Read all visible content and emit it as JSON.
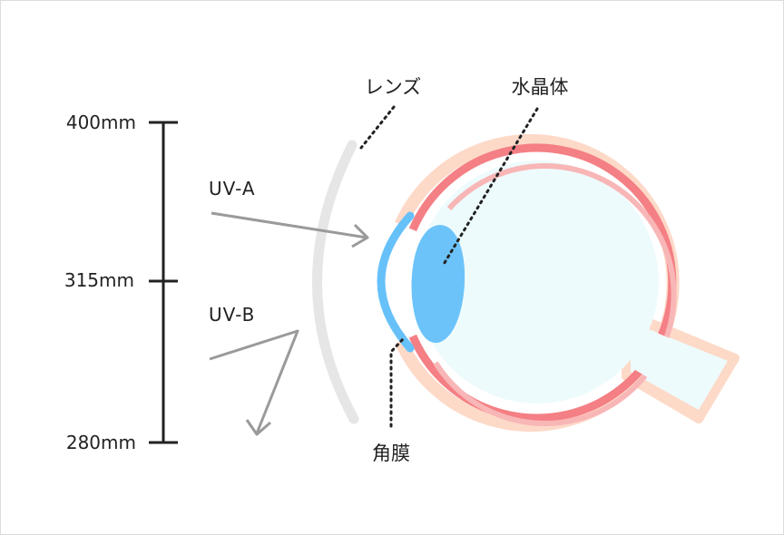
{
  "scale": {
    "ticks": [
      {
        "label": "400mm"
      },
      {
        "label": "315mm"
      },
      {
        "label": "280mm"
      }
    ]
  },
  "rays": {
    "uv_a": "UV-A",
    "uv_b": "UV-B"
  },
  "parts": {
    "lens": "レンズ",
    "crystalline_lens": "水晶体",
    "cornea": "角膜"
  },
  "colors": {
    "sclera_outer": "#fdd9c8",
    "choroid_red": "#f47f84",
    "retina_pink": "#f8b6b6",
    "vitreous": "#eefbfd",
    "cornea_blue": "#67c1f9",
    "crystalline_blue": "#6cc3fa",
    "glasses_lens": "#e6e6e6",
    "arrow_gray": "#9a9a9a",
    "scale_black": "#222222"
  }
}
